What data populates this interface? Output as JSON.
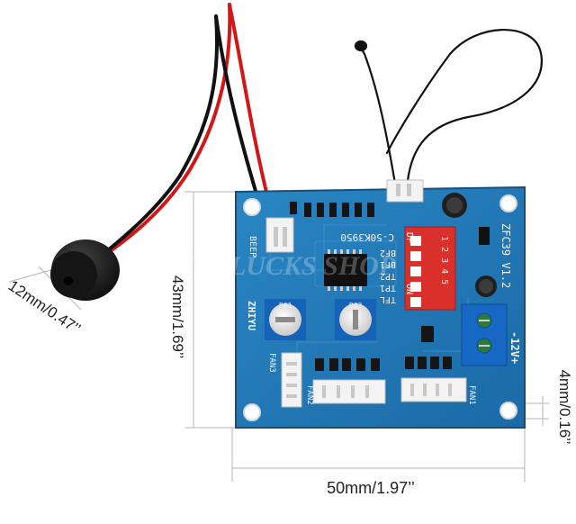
{
  "dimensions": {
    "width_label": "50mm/1.97’’",
    "height_label": "43mm/1.69’’",
    "buzzer_label": "12mm/0.47’’",
    "hole_label": "4mm/0.16’’"
  },
  "board": {
    "model": "ZFC39 V1.2",
    "chip": "C-50K3950",
    "brand": "ZHIYU",
    "power_label": "-12V+",
    "beep_label": "BEEP",
    "dip_top": "DP",
    "dip_on": "ON",
    "dip_numbers": "1 2 3 4 5",
    "jumper_labels": [
      "BF2",
      "BF1",
      "TP2",
      "TP1",
      "TFL"
    ],
    "pot_labels": [
      "R01",
      "R02"
    ],
    "fan_labels": [
      "FAN3",
      "FAN2",
      "FAN1"
    ]
  },
  "watermark": "GOOD LUCKS SHOP",
  "colors": {
    "pcb": "#1f78b4",
    "dip_switch": "#d9302c",
    "terminal": "#1668c4",
    "wire_red": "#d01818",
    "wire_black": "#111111"
  }
}
